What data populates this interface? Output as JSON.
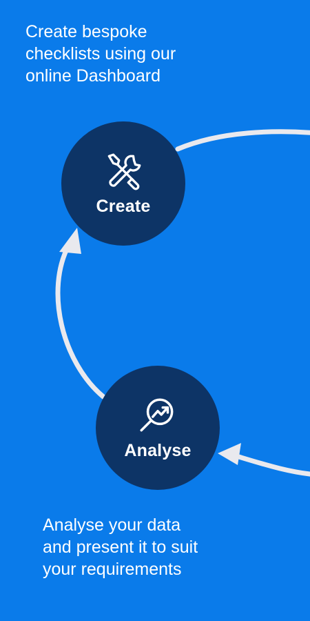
{
  "colors": {
    "background": "#0a7bea",
    "circle": "#0d3466",
    "arrow": "#e9e9ee",
    "text": "#ffffff"
  },
  "top_caption": "Create bespoke\nchecklists using our\nonline Dashboard",
  "bottom_caption": "Analyse your data\nand present it to suit\nyour requirements",
  "steps": [
    {
      "label": "Create",
      "icon": "tools-icon"
    },
    {
      "label": "Analyse",
      "icon": "magnifier-trend-icon"
    }
  ]
}
